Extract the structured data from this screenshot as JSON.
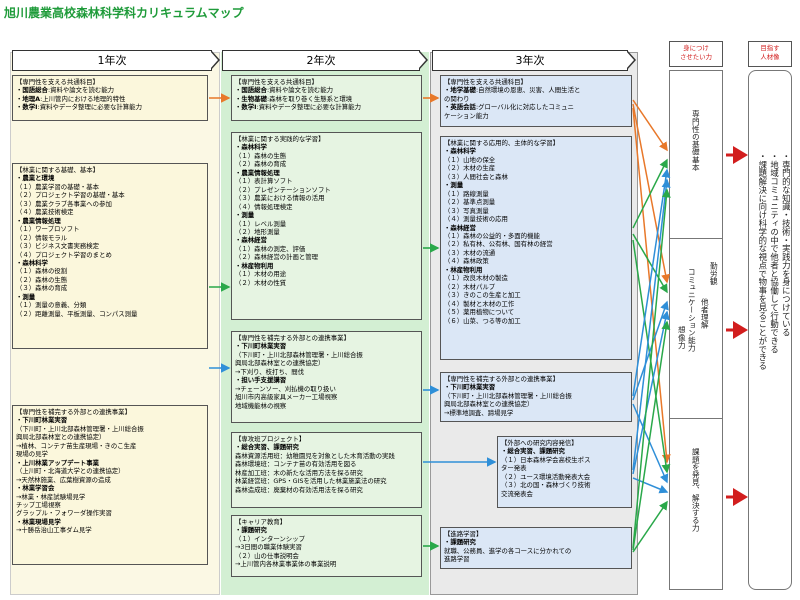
{
  "title": "旭川農業高校森林科学科カリキュラムマップ",
  "years": [
    "1年次",
    "2年次",
    "3年次"
  ],
  "y1": {
    "common": [
      "【専門性を支える共通科目】",
      "・国語総合:資料や論文を読む能力",
      "・地理A:上川管内における地理的特性",
      "・数学Ⅰ:資料やデータ整理に必要な計算能力"
    ],
    "forest": [
      "【林業に関する基礎、基本】",
      "・農業と環境",
      "（１）農業学習の基礎・基本",
      "（２）プロジェクト学習の基礎・基本",
      "（３）農業クラブ各事業への参加",
      "（４）農業技術検定",
      "・農業情報処理",
      "（１）ワープロソフト",
      "（２）情報モラル",
      "（３）ビジネス文書実務検定",
      "（４）プロジェクト学習のまとめ",
      "・森林科学",
      "（１）森林の役割",
      "（２）森林の生態",
      "（３）森林の育成",
      "・測量",
      "（１）測量の意義、分類",
      "（２）距離測量、平板測量、コンパス測量"
    ],
    "external": [
      "【専門性を補完する外部との連携事業】",
      "・下川町林業実習",
      "（下川町・上川北部森林管理署・上川総合振",
      "興局北部森林室との連携協定）",
      "→植林、コンテナ苗生産現場・きのこ生産",
      "現場の見学",
      "・上川林業アップデート事業",
      "（上川町・北海道大学との連携協定）",
      "→天然林施業、広葉樹資源の造成",
      "・林業学習会",
      "→林業・林産試験場見学",
      "チップ工場視察",
      "グラップル・フォワーダ操作実習",
      "・林業現場見学",
      "→十勝岳治山工事ダム見学"
    ]
  },
  "y2": {
    "common": [
      "【専門性を支える共通科目】",
      "・国語総合:資料や論文を読む能力",
      "・生物基礎:森林を取り巻く生態系と環境",
      "・数学Ⅰ:資料やデータ整理に必要な計算能力"
    ],
    "practical": [
      "【林業に関する実践的な学習】",
      "・森林科学",
      "（１）森林の生態",
      "（２）森林の育成",
      "・農業情報処理",
      "（１）表計算ソフト",
      "（２）プレゼンテーションソフト",
      "（３）農業における情報の活用",
      "（４）情報処理検定",
      "・測量",
      "（１）レベル測量",
      "（２）地形測量",
      "・森林経営",
      "（１）森林の測定、評価",
      "（２）森林経営の計画と管理",
      "・林産物利用",
      "（１）木材の用途",
      "（２）木材の性質"
    ],
    "external": [
      "【専門性を補完する外部との連携事業】",
      "・下川町林業実習",
      "（下川町・上川北部森林管理署・上川総合振",
      "興局北部森林室との連携協定）",
      "→下刈り、枝打ち、間伐",
      "・担い手支援講習",
      "→チェーンソー、刈払機の取り扱い",
      "旭川市内高級家具メーカー工場視察",
      "地域機能林の視察"
    ],
    "project": [
      "【専攻班プロジェクト】",
      "・総合実習、課題研究",
      "森林資源活用班：幼稚園児を対象とした木育活動の実践",
      "森林環境班：コンテナ苗の有効活用を図る",
      "林産加工班：木の新たな活用方法を探る研究",
      "林業経営班：GPS・GISを活用した林業施業法の研究",
      "森林造成班：廃棄材の有効活用法を探る研究"
    ],
    "career": [
      "【キャリア教育】",
      "・課題研究",
      "（１）インターンシップ",
      "→3日間の職業体験実習",
      "（２）山の仕事説明会",
      "→上川管内各林業事業体の事業説明"
    ]
  },
  "y3": {
    "common": [
      "【専門性を支える共通科目】",
      "・地学基礎:自然環境の恩恵、災害、人間生活と",
      "の関わり",
      "・英語会話:グローバル化に対応したコミュニ",
      "ケーション能力"
    ],
    "applied": [
      "【林業に関する応用的、主体的な学習】",
      "・森林科学",
      "（１）山地の保全",
      "（２）木材の生産",
      "（３）人間社会と森林",
      "・測量",
      "（１）路線測量",
      "（２）基準点測量",
      "（３）写真測量",
      "（４）測量技術の応用",
      "・森林経営",
      "（１）森林の公益的・多面的機能",
      "（２）私有林、公有林、国有林の経営",
      "（３）木材の流通",
      "（４）森林政策",
      "・林産物利用",
      "（１）改良木材の製造",
      "（２）木材パルプ",
      "（３）きのこの生産と加工",
      "（４）製材と木材の工作",
      "（５）薬用植物について",
      "（６）山菜、つる等の加工"
    ],
    "external": [
      "【専門性を補完する外部との連携事業】",
      "・下川町林業実習",
      "（下川町・上川北部森林管理署・上川総合振",
      "興局北部森林室との連携協定）",
      "→標準地調査、蹄場見学"
    ],
    "presentation": [
      "【外部への研究内容発信】",
      "・総合実習、課題研究",
      "（１）日本森林学会高校生ポス",
      "ター発表",
      "（２）ユース環境活動発表大会",
      "（３）北の国・森林づくり技術",
      "交流発表会"
    ],
    "course": [
      "【進路学習】",
      "・課題研究",
      "就職、公務員、進学の各コースに分かれての",
      "進路学習"
    ]
  },
  "skills": {
    "header": [
      "身につけ",
      "させたい力"
    ],
    "items": [
      "専門性の基礎基本",
      "コミュニケーション能力",
      "勤労観",
      "他者理解",
      "想像力",
      "課題を発見、解決する力"
    ]
  },
  "target": {
    "header": [
      "目指す",
      "人材像"
    ],
    "lines": [
      "・専門的な知識・技術・実践力を身につけている",
      "・地域コミュニティの中で他者と協働して行動できる",
      "・課題解決に向け科学的な視点で物事を見ることができる"
    ]
  },
  "colors": {
    "title": "#1f9b3a",
    "year1": "#fbf7dc",
    "year2": "#e6f4e2",
    "year3": "#dbe7f6",
    "red": "#d21e1e",
    "orange": "#e8782a",
    "green": "#2aa84a",
    "blue": "#2f8fd8"
  }
}
